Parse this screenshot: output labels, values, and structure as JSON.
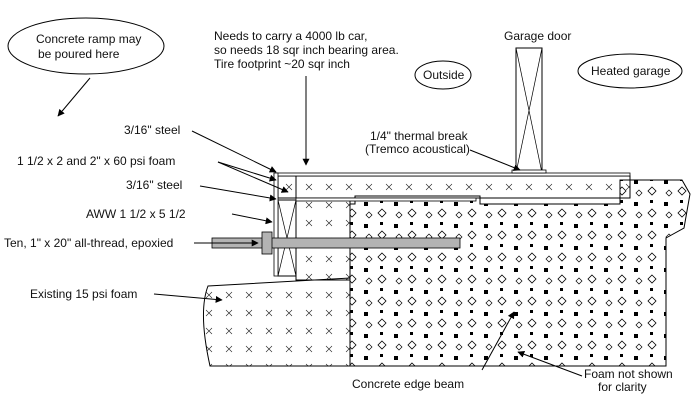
{
  "labels": {
    "ramp_line1": "Concrete ramp may",
    "ramp_line2": "be poured here",
    "car_line1": "Needs to carry a 4000 lb car,",
    "car_line2": "so needs 18 sqr inch bearing area.",
    "car_line3": "Tire footprint ~20 sqr inch",
    "garage_door": "Garage door",
    "outside": "Outside",
    "heated_garage": "Heated garage",
    "steel_top": "3/16\" steel",
    "thermal_line1": "1/4\" thermal break",
    "thermal_line2": "(Tremco acoustical)",
    "foam_psi": "1 1/2 x 2 and 2\" x 60 psi foam",
    "steel_bottom": "3/16\" steel",
    "aww": "AWW 1 1/2 x 5 1/2",
    "allthread": "Ten, 1\" x 20\" all-thread, epoxied",
    "existing_foam": "Existing 15 psi foam",
    "edge_beam": "Concrete edge beam",
    "foam_note_line1": "Foam not shown",
    "foam_note_line2": "for clarity"
  },
  "colors": {
    "line": "#000000",
    "allthread_fill": "#b3b3b3",
    "background": "#ffffff"
  }
}
